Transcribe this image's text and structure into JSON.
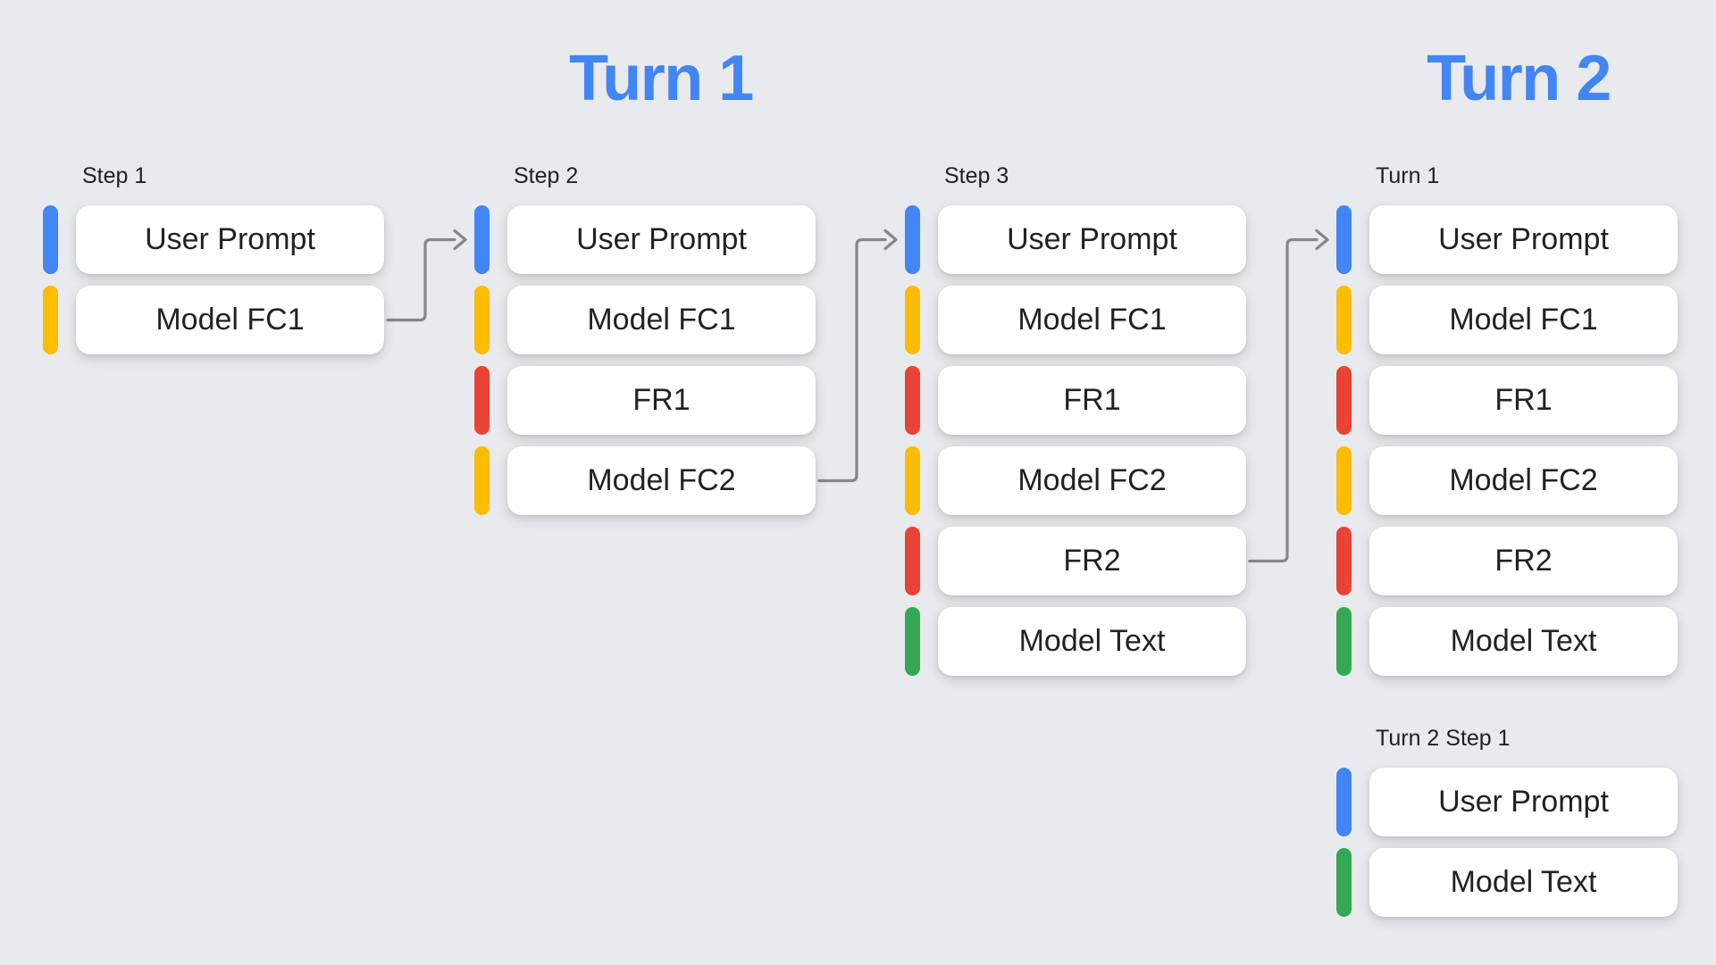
{
  "titles": [
    {
      "text": "Turn 1"
    },
    {
      "text": "Turn 2"
    }
  ],
  "colors": {
    "blue": "#4285F4",
    "yellow": "#FBBC04",
    "red": "#EA4335",
    "green": "#34A853",
    "title_blue": "#4285F4",
    "arrow_gray": "#84888C"
  },
  "groups": [
    {
      "label": "Step 1",
      "items": [
        {
          "text": "User Prompt",
          "color": "blue"
        },
        {
          "text": "Model FC1",
          "color": "yellow"
        }
      ]
    },
    {
      "label": "Step 2",
      "items": [
        {
          "text": "User Prompt",
          "color": "blue"
        },
        {
          "text": "Model FC1",
          "color": "yellow"
        },
        {
          "text": "FR1",
          "color": "red"
        },
        {
          "text": "Model FC2",
          "color": "yellow"
        }
      ]
    },
    {
      "label": "Step 3",
      "items": [
        {
          "text": "User Prompt",
          "color": "blue"
        },
        {
          "text": "Model FC1",
          "color": "yellow"
        },
        {
          "text": "FR1",
          "color": "red"
        },
        {
          "text": "Model FC2",
          "color": "yellow"
        },
        {
          "text": "FR2",
          "color": "red"
        },
        {
          "text": "Model Text",
          "color": "green"
        }
      ]
    },
    {
      "label": "Turn 1",
      "items": [
        {
          "text": "User Prompt",
          "color": "blue"
        },
        {
          "text": "Model FC1",
          "color": "yellow"
        },
        {
          "text": "FR1",
          "color": "red"
        },
        {
          "text": "Model FC2",
          "color": "yellow"
        },
        {
          "text": "FR2",
          "color": "red"
        },
        {
          "text": "Model Text",
          "color": "green"
        }
      ]
    },
    {
      "label": "Turn 2 Step 1",
      "items": [
        {
          "text": "User Prompt",
          "color": "blue"
        },
        {
          "text": "Model Text",
          "color": "green"
        }
      ]
    }
  ],
  "connections": [
    {
      "from_group": 0,
      "from_item": "Model FC1",
      "to_group": 1,
      "to_item": "User Prompt"
    },
    {
      "from_group": 1,
      "from_item": "Model FC2",
      "to_group": 2,
      "to_item": "User Prompt"
    },
    {
      "from_group": 2,
      "from_item": "FR2",
      "to_group": 3,
      "to_item": "User Prompt"
    }
  ]
}
